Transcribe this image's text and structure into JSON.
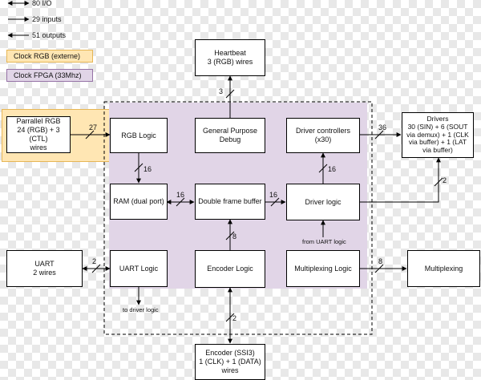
{
  "legend": {
    "io": "80 I/O",
    "inputs": "29 inputs",
    "outputs": "51 outputs",
    "clock_rgb": "Clock RGB (externe)",
    "clock_fpga": "Clock FPGA (33Mhz)"
  },
  "blocks": {
    "heartbeat": "Heartbeat\n3 (RGB) wires",
    "parallel_rgb": "Parrallel RGB\n24 (RGB) + 3 (CTL)\nwires",
    "rgb_logic": "RGB Logic",
    "gp_debug": "General Purpose\nDebug",
    "driver_controllers": "Driver controllers\n(x30)",
    "drivers": "Drivers\n30 (SIN) + 6 (SOUT\nvia demux) + 1 (CLK\nvia buffer) + 1 (LAT\nvia buffer)",
    "ram": "RAM (dual port)",
    "double_frame_buffer": "Double frame buffer",
    "driver_logic": "Driver logic",
    "uart": "UART\n2 wires",
    "uart_logic": "UART Logic",
    "encoder_logic": "Encoder Logic",
    "multiplexing_logic": "Multiplexing Logic",
    "multiplexing": "Multiplexing",
    "encoder": "Encoder (SSI3)\n1 (CLK) + 1 (DATA)\nwires"
  },
  "labels": {
    "w3": "3",
    "w27": "27",
    "w36": "36",
    "w16_rgb_ram": "16",
    "w16_drv_ctrl": "16",
    "w16_ram_dfb": "16",
    "w16_dfb_drv": "16",
    "w2_drivers": "2",
    "w8_enc": "8",
    "w2_uart": "2",
    "w8_mux": "8",
    "w2_encoder": "2",
    "from_uart": "from UART logic",
    "to_driver": "to driver logic"
  },
  "colors": {
    "clock_rgb_fill": "#ffe6b3",
    "clock_rgb_border": "#e6b656",
    "clock_fpga_fill": "#e1d5e7",
    "clock_fpga_border": "#9673a6"
  }
}
